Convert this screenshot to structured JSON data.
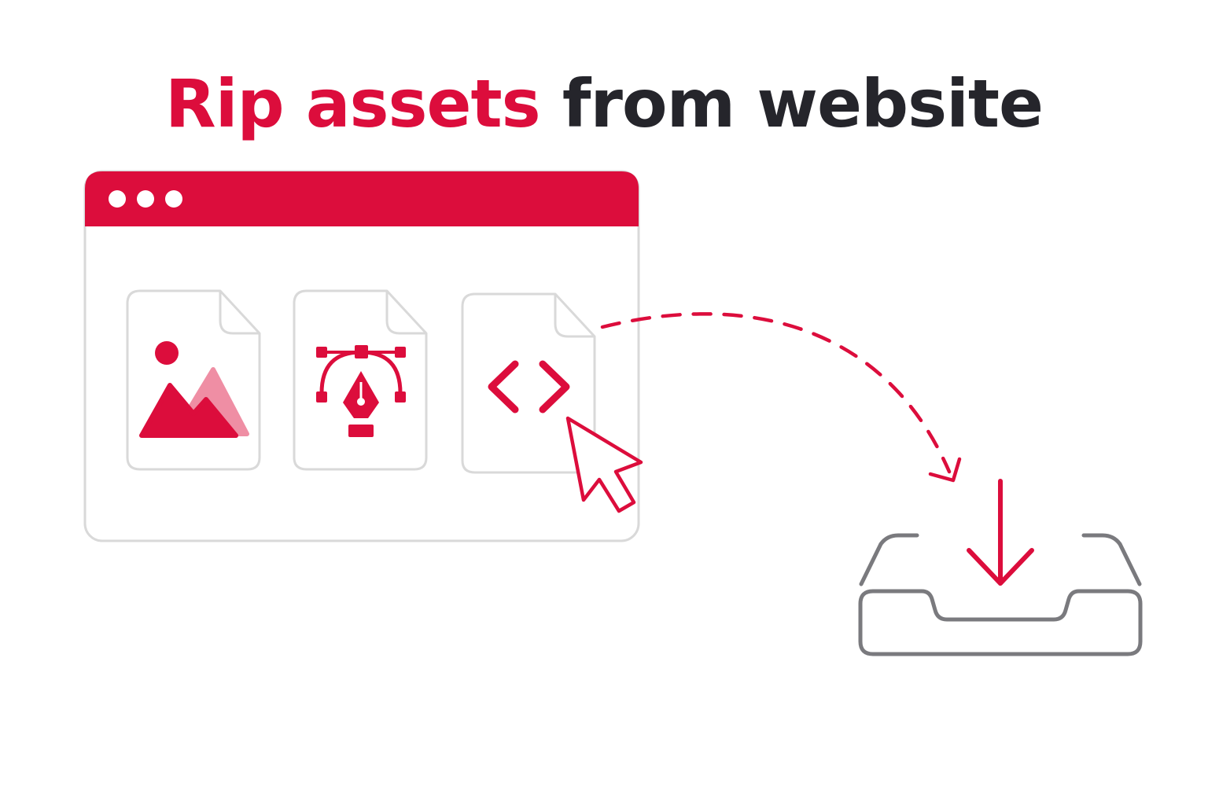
{
  "headline": {
    "accent_text": "Rip assets",
    "rest_text": " from website"
  },
  "colors": {
    "accent": "#dc0d3c",
    "accent_light": "#ef8ea4",
    "outline": "#d9d9d9",
    "tray": "#7a7a7e",
    "text_dark": "#25252b"
  },
  "browser_window": {
    "title_bar_dots": 3,
    "files": [
      {
        "icon": "image-icon"
      },
      {
        "icon": "pen-tool-vector-icon"
      },
      {
        "icon": "code-brackets-icon"
      }
    ]
  },
  "icons": {
    "cursor": "mouse-pointer-icon",
    "arrow": "dashed-curved-arrow",
    "download": "download-arrow-icon",
    "tray": "inbox-tray-icon"
  }
}
